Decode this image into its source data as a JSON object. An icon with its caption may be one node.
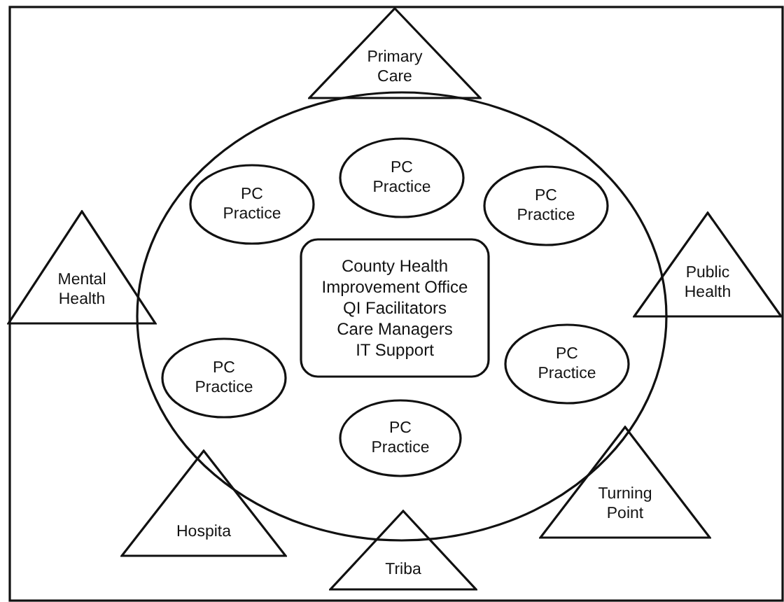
{
  "diagram": {
    "nodes": [
      {
        "text": [
          "Primary Care"
        ]
      },
      {
        "text": [],
        "shape": "circle"
      },
      {
        "text": [
          "PC Practice"
        ],
        "in": 1
      },
      {
        "text": [
          "PC Practice"
        ],
        "in": 1
      },
      {
        "text": [
          "PC Practice"
        ],
        "in": 1
      },
      {
        "text": [
          "Mental Health"
        ]
      },
      {
        "text": [
          "County Health Improvement Office",
          "QI Facilitators",
          "Care Managers",
          "IT Support"
        ],
        "in": 1
      },
      {
        "text": [
          "Public Health"
        ]
      },
      {
        "text": [
          "PC Practice"
        ],
        "in": 1
      },
      {
        "text": [
          "PC Practice"
        ],
        "in": 1
      },
      {
        "text": [
          "PC Practice"
        ],
        "in": 1
      },
      {
        "text": [
          "Hospita"
        ]
      },
      {
        "text": [
          "Triba"
        ]
      },
      {
        "text": [
          "Turning Point"
        ]
      }
    ]
  }
}
